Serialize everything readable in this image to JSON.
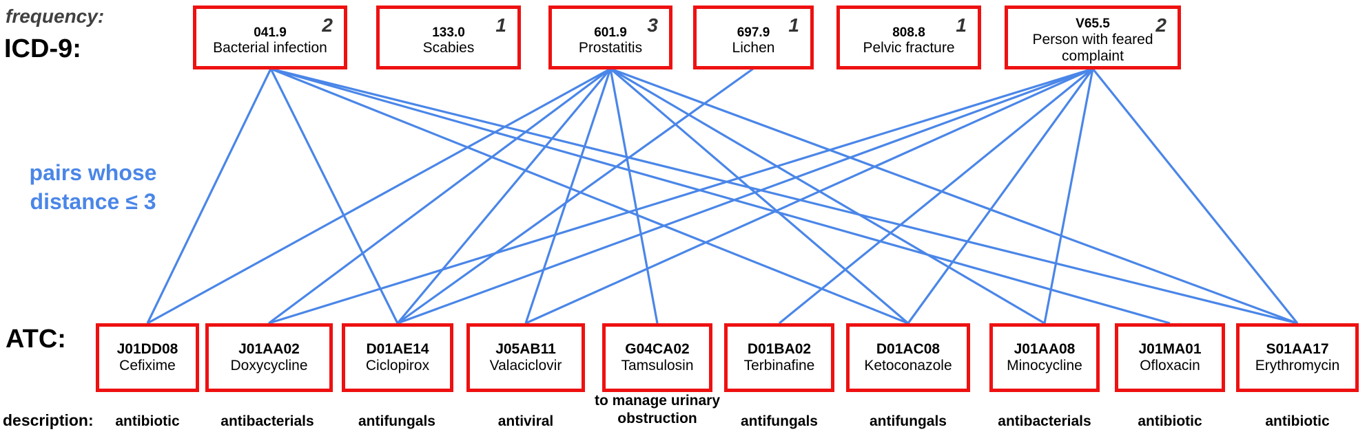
{
  "labels": {
    "frequency": "frequency:",
    "icd": "ICD-9:",
    "atc": "ATC:",
    "description": "description:",
    "pairs_line1": "pairs whose",
    "pairs_line2": "distance ≤ 3"
  },
  "colors": {
    "box_border": "#ee1111",
    "edge": "#4a86e8",
    "pairs_text": "#4a86e8"
  },
  "icd_nodes": [
    {
      "code": "041.9",
      "name": "Bacterial infection",
      "freq": "2"
    },
    {
      "code": "133.0",
      "name": "Scabies",
      "freq": "1"
    },
    {
      "code": "601.9",
      "name": "Prostatitis",
      "freq": "3"
    },
    {
      "code": "697.9",
      "name": "Lichen",
      "freq": "1"
    },
    {
      "code": "808.8",
      "name": "Pelvic fracture",
      "freq": "1"
    },
    {
      "code": "V65.5",
      "name": "Person with feared complaint",
      "freq": "2"
    }
  ],
  "atc_nodes": [
    {
      "code": "J01DD08",
      "name": "Cefixime",
      "description": "antibiotic"
    },
    {
      "code": "J01AA02",
      "name": "Doxycycline",
      "description": "antibacterials"
    },
    {
      "code": "D01AE14",
      "name": "Ciclopirox",
      "description": "antifungals"
    },
    {
      "code": "J05AB11",
      "name": "Valaciclovir",
      "description": "antiviral"
    },
    {
      "code": "G04CA02",
      "name": "Tamsulosin",
      "description": "to manage urinary obstruction"
    },
    {
      "code": "D01BA02",
      "name": "Terbinafine",
      "description": "antifungals"
    },
    {
      "code": "D01AC08",
      "name": "Ketoconazole",
      "description": "antifungals"
    },
    {
      "code": "J01AA08",
      "name": "Minocycline",
      "description": "antibacterials"
    },
    {
      "code": "J01MA01",
      "name": "Ofloxacin",
      "description": "antibiotic"
    },
    {
      "code": "S01AA17",
      "name": "Erythromycin",
      "description": "antibiotic"
    }
  ],
  "edges": [
    [
      "041.9",
      "J01DD08"
    ],
    [
      "041.9",
      "D01AE14"
    ],
    [
      "041.9",
      "D01AC08"
    ],
    [
      "041.9",
      "J01MA01"
    ],
    [
      "041.9",
      "S01AA17"
    ],
    [
      "601.9",
      "J01DD08"
    ],
    [
      "601.9",
      "J01AA02"
    ],
    [
      "601.9",
      "D01AE14"
    ],
    [
      "601.9",
      "J05AB11"
    ],
    [
      "601.9",
      "G04CA02"
    ],
    [
      "601.9",
      "D01AC08"
    ],
    [
      "601.9",
      "J01AA08"
    ],
    [
      "601.9",
      "S01AA17"
    ],
    [
      "697.9",
      "D01AE14"
    ],
    [
      "V65.5",
      "J01AA02"
    ],
    [
      "V65.5",
      "D01AE14"
    ],
    [
      "V65.5",
      "J05AB11"
    ],
    [
      "V65.5",
      "D01BA02"
    ],
    [
      "V65.5",
      "D01AC08"
    ],
    [
      "V65.5",
      "J01AA08"
    ],
    [
      "V65.5",
      "S01AA17"
    ]
  ]
}
